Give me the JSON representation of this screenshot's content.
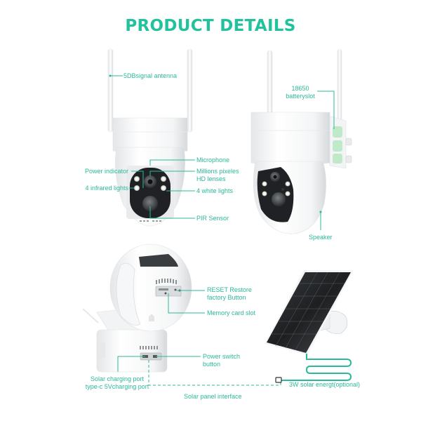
{
  "page": {
    "title": "PRODUCT DETAILS",
    "accent_color": "#22c29c",
    "label_color": "#2bb99a"
  },
  "front_camera": {
    "callouts": {
      "antenna": "5DBsignal antenna",
      "microphone": "Microphone",
      "power_indicator": "Power indicator",
      "hd_lens_line1": "Millions pixeles",
      "hd_lens_line2": "HD lenses",
      "infrared": "4 infrared lights",
      "white_lights": "4 white lights",
      "pir": "PIR Sensor"
    }
  },
  "side_camera": {
    "callouts": {
      "battery_line1": "18650",
      "battery_line2": "batteryslot",
      "speaker": "Speaker"
    }
  },
  "back_camera": {
    "callouts": {
      "reset_line1": "RESET Restore",
      "reset_line2": "factory Button",
      "memory": "Memory card slot",
      "power_switch_line1": "Power switch",
      "power_switch_line2": "button",
      "charging_line1": "Solar charging port",
      "charging_line2": "type-c 5Vcharging port",
      "solar_interface": "Solar panel interface"
    }
  },
  "solar_panel": {
    "callouts": {
      "solar": "3W solar energt(optional)"
    }
  }
}
